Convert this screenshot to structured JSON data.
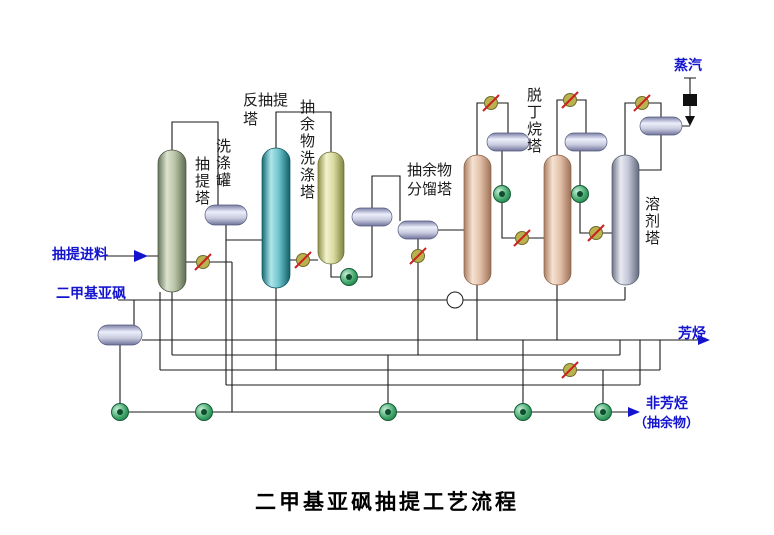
{
  "title": "二甲基亚砜抽提工艺流程",
  "streams": {
    "steam": "蒸汽",
    "feed": "抽提进料",
    "dmso": "二甲基亚砜",
    "aromatics": "芳烃",
    "non_aromatics": "非芳烃",
    "non_aromatics_note": "（抽余物）"
  },
  "equipment": {
    "extraction_tower": "抽提塔",
    "wash_tank": "洗涤罐",
    "back_extraction_tower": "反抽提塔",
    "raffinate_wash_tower": "抽余物洗涤塔",
    "raffinate_fractionator": "抽余物分馏塔",
    "debutanizer": "脱丁烷塔",
    "solvent_tower": "溶剂塔"
  },
  "colors": {
    "stream_label_blue": "#1414cf",
    "pipe_line": "#1a1a1a",
    "valve_slash_red": "#cc2020",
    "pump_green": "#27864f",
    "extraction_tower": "#b9c3a6",
    "back_extraction_tower": "#6fc4cb",
    "raffinate_wash_tower": "#d9dba2",
    "pink_towers": "#e3c0a8",
    "solvent_tower": "#c3c7d6",
    "drums": "#c9ccdf"
  }
}
